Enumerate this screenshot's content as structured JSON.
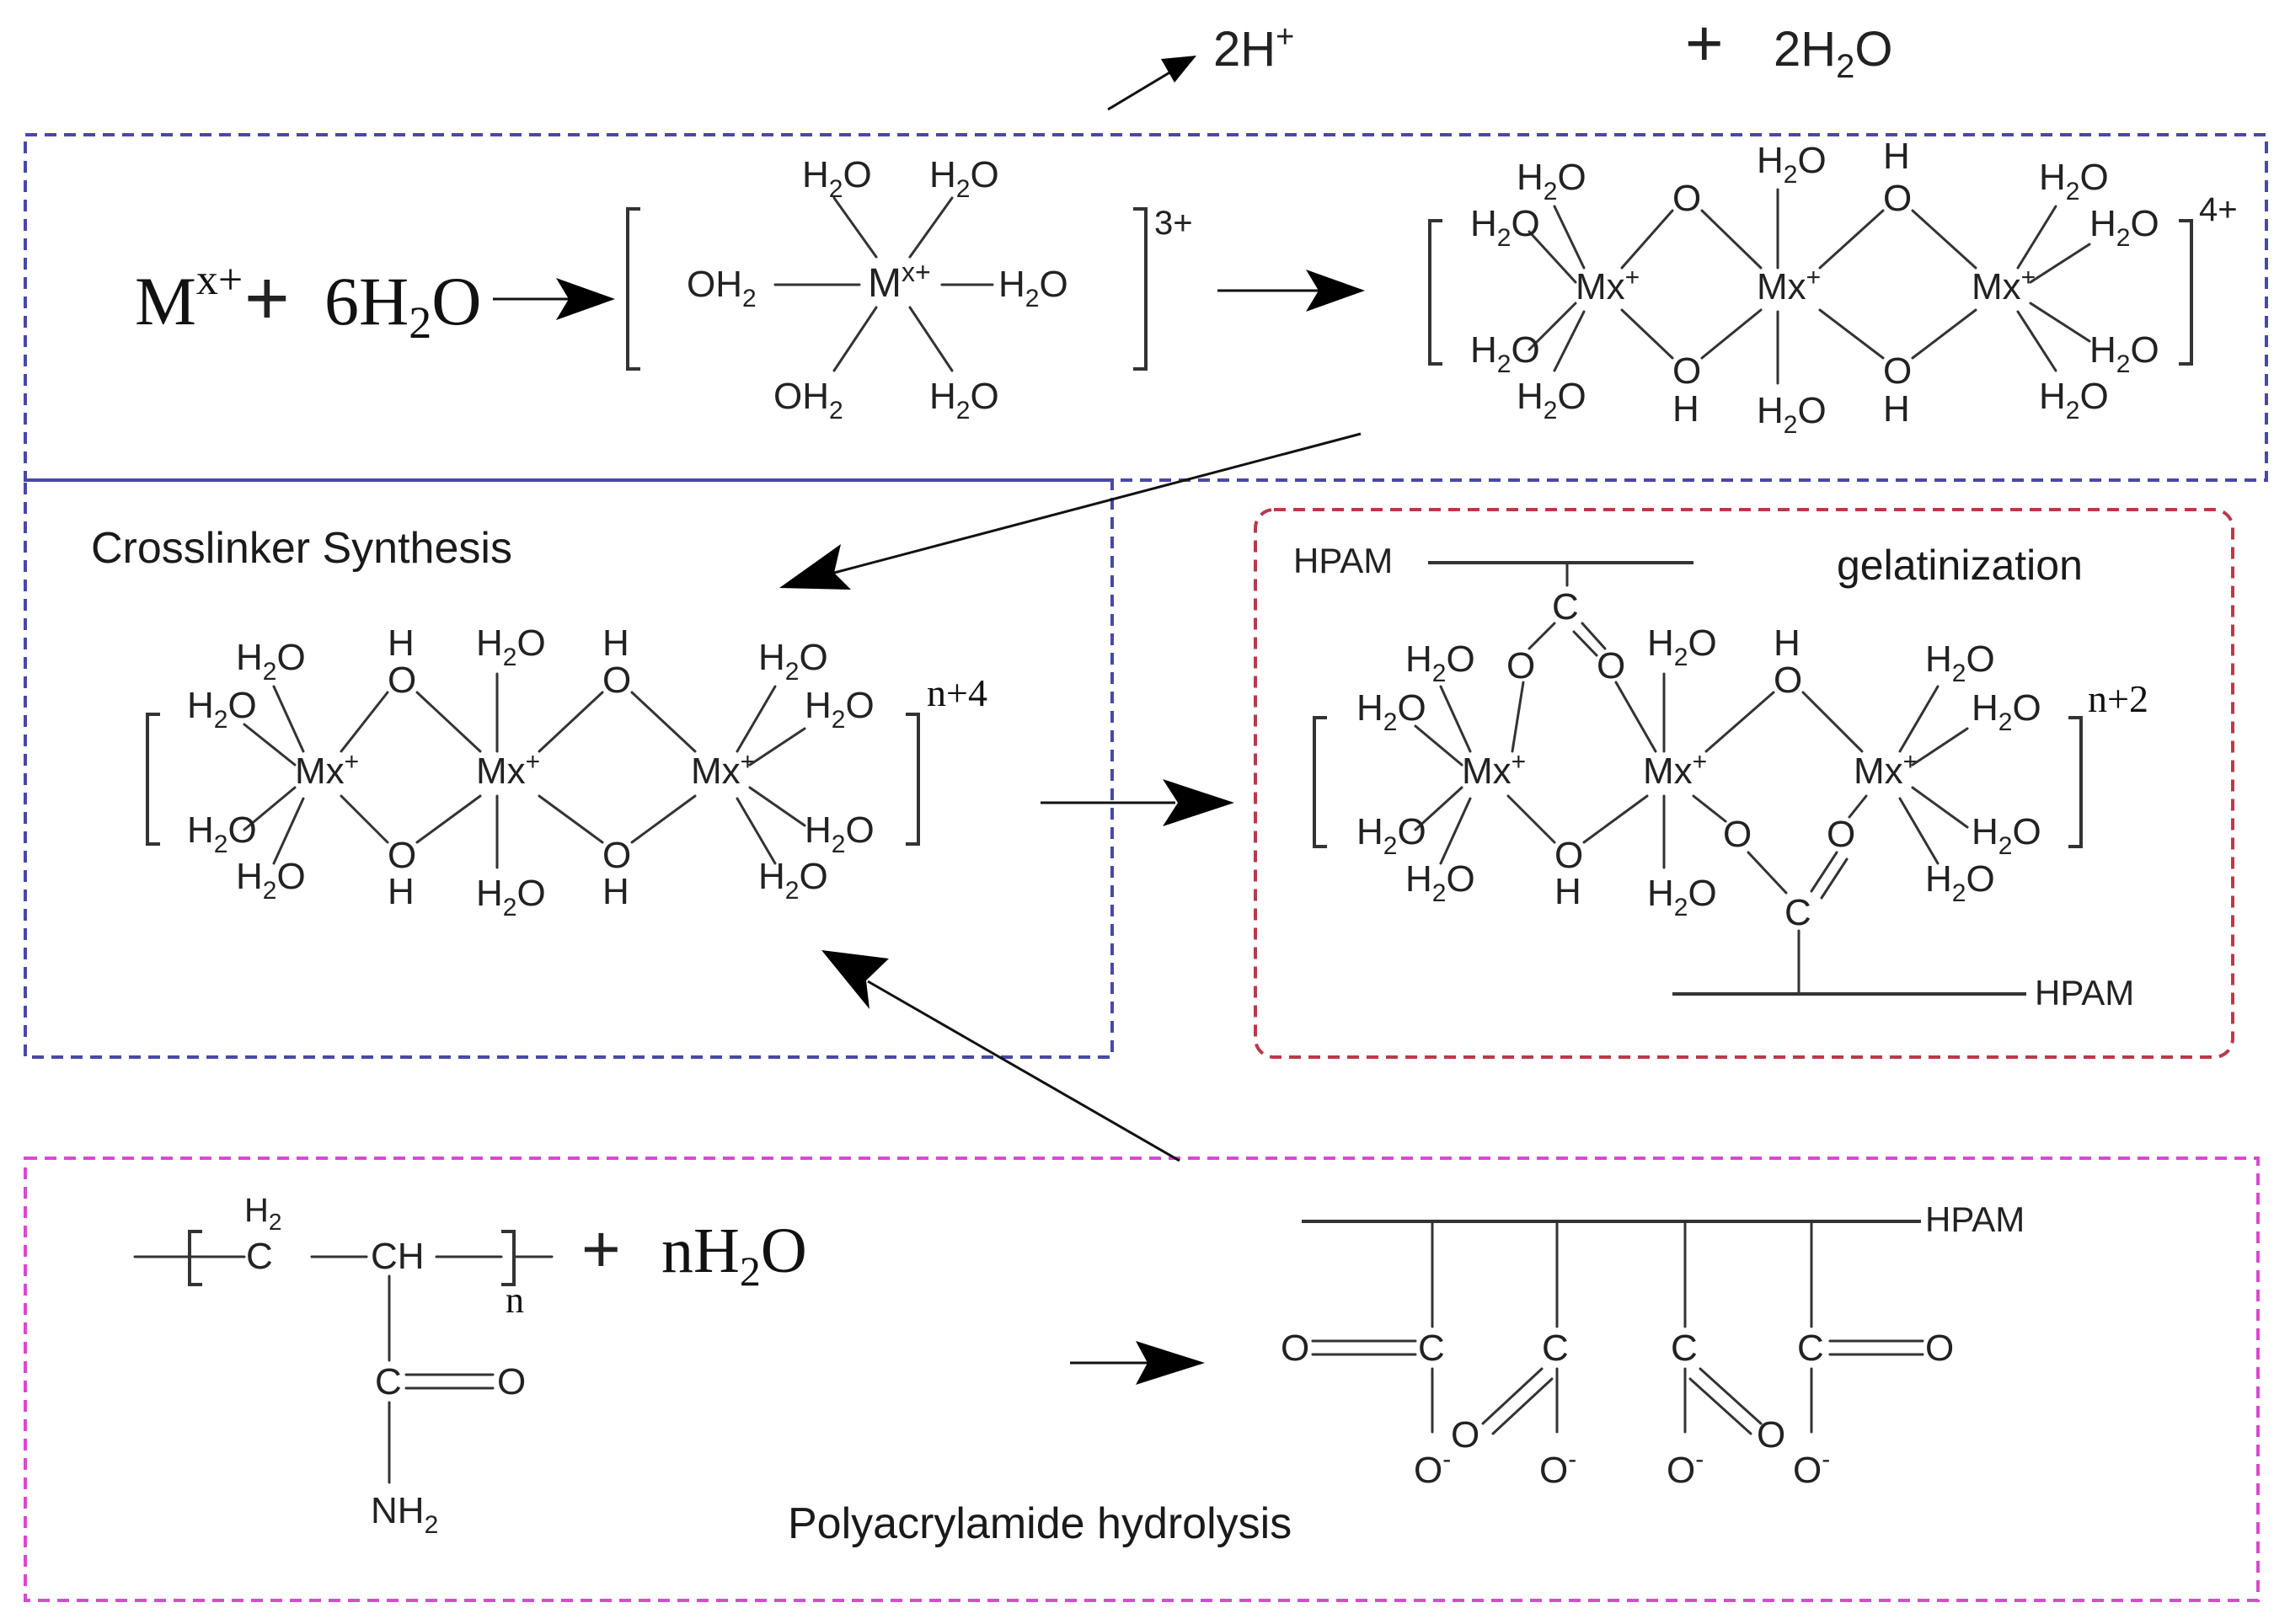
{
  "colors": {
    "crosslinker_box": "#4848a8",
    "gelatinization_box": "#b83a4a",
    "hydrolysis_box": "#d84ad0",
    "ink": "#222222"
  },
  "labels": {
    "crosslinker_synthesis": "Crosslinker Synthesis",
    "gelatinization": "gelatinization",
    "polyacrylamide_hydrolysis": "Polyacrylamide hydrolysis"
  },
  "top_byproducts": {
    "protons": "2H",
    "protons_charge": "+",
    "plus": "+",
    "water": "2H",
    "water_sub": "2",
    "water_tail": "O"
  },
  "step1": {
    "metal": "M",
    "metal_charge": "x+",
    "plus": "+",
    "water": "6H",
    "water_sub": "2",
    "water_tail": "O"
  },
  "aqua_complex": {
    "ligand_h2o": "H",
    "ligand_sub": "2",
    "ligand_o": "O",
    "oh2_o": "OH",
    "oh2_sub": "2",
    "center": "M",
    "center_charge": "x+",
    "charge": "3+"
  },
  "dimer_trimer": {
    "metal": "Mx",
    "metal_charge": "+",
    "bridge_o": "O",
    "bridge_h": "H",
    "charge": "4+"
  },
  "crosslinker": {
    "charge": "n+4"
  },
  "gel": {
    "charge": "n+2",
    "hpam": "HPAM",
    "carbon": "C"
  },
  "monomer": {
    "h2": "H",
    "h2_sub": "2",
    "c": "C",
    "ch": "CH",
    "n": "n",
    "plus": "+",
    "water": "nH",
    "water_sub": "2",
    "water_tail": "O",
    "carbonyl_c": "C",
    "carbonyl_o": "O",
    "nh2": "NH",
    "nh2_sub": "2"
  },
  "hydrolyzed": {
    "hpam": "HPAM",
    "o": "O",
    "o_minus": "-",
    "c": "C"
  }
}
